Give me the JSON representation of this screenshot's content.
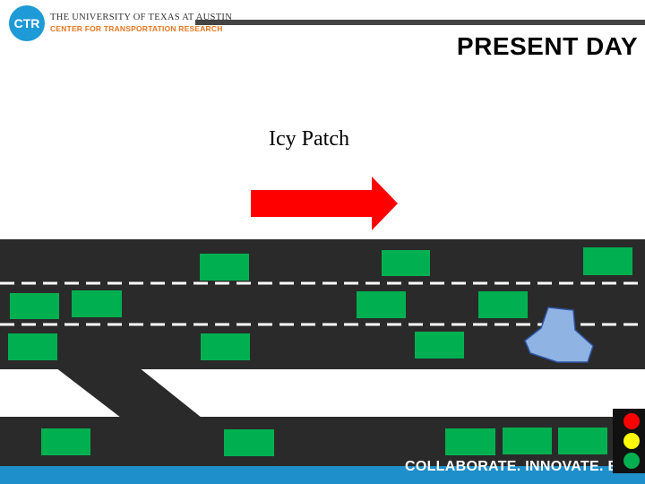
{
  "header": {
    "logo_text": "CTR",
    "university": "THE UNIVERSITY OF TEXAS AT AUSTIN",
    "center": "CENTER FOR TRANSPORTATION RESEARCH"
  },
  "title": "PRESENT DAY",
  "label": "Icy Patch",
  "footer": "COLLABORATE. INNOVATE. EDUCATE.",
  "colors": {
    "road": "#2a2a2a",
    "car": "#00b050",
    "arrow": "#ff0000",
    "ice": "#8fb4e3",
    "accent_blue": "#1e9ad6",
    "accent_orange": "#e87722"
  },
  "icons": [
    "traffic-light-icon",
    "arrow-right-icon",
    "ice-patch-icon"
  ]
}
